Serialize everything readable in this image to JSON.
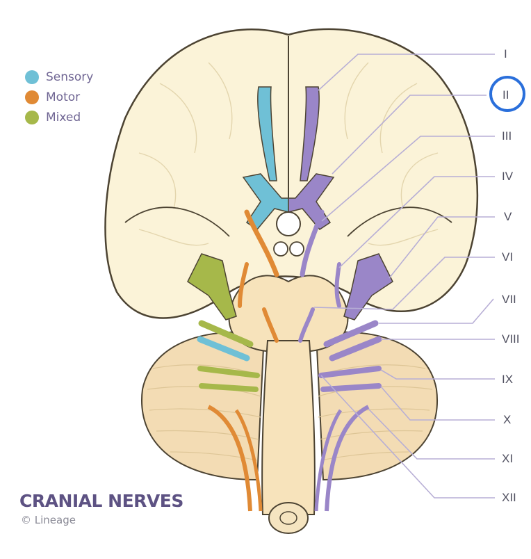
{
  "legend": [
    {
      "label": "Sensory",
      "color": "#6fc0d6"
    },
    {
      "label": "Motor",
      "color": "#e08a35"
    },
    {
      "label": "Mixed",
      "color": "#a6b84a"
    }
  ],
  "nerves": [
    "I",
    "II",
    "III",
    "IV",
    "V",
    "VI",
    "VII",
    "VIII",
    "IX",
    "X",
    "XI",
    "XII"
  ],
  "title": "CRANIAL NERVES",
  "credit": "© Lineage",
  "selected_nerve": "II",
  "colors": {
    "sensory": "#6fc0d6",
    "motor": "#e08a35",
    "mixed": "#a6b84a",
    "highlight": "#9a86c8",
    "brain": "#fbf3d8",
    "brainstem": "#f7e3bb",
    "outline": "#4c4332",
    "leader": "#b7aed5",
    "selection": "#2a6fdb"
  }
}
